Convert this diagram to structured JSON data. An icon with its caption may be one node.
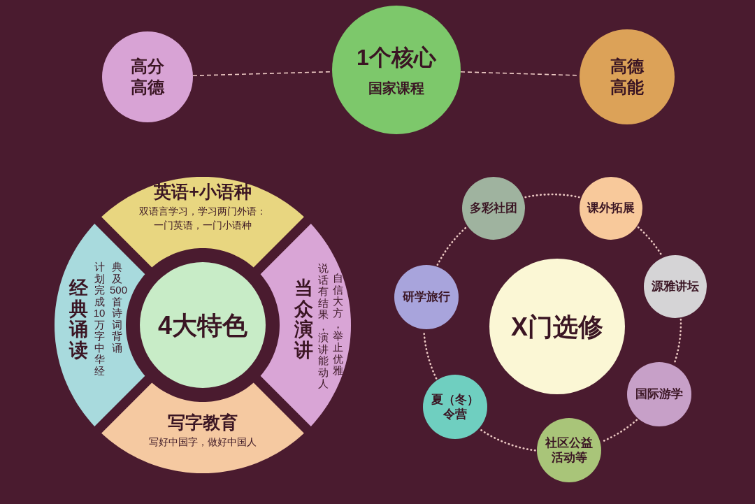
{
  "diagram": {
    "nodes": [
      {
        "text": [
          "高分高德"
        ]
      },
      {
        "text": [
          "1个核心",
          "国家课程"
        ]
      },
      {
        "text": [
          "高德高能"
        ]
      },
      {
        "text": [
          "英语+小语种",
          "双语言学习，学习两门外语：一门英语，一门小语种"
        ]
      },
      {
        "text": [
          "经典诵读",
          "计划完成10万字中华经典及500首诗词背诵"
        ]
      },
      {
        "text": [
          "当众演讲",
          "说话有结果，演讲能动人",
          "自信大方，举止优雅"
        ]
      },
      {
        "text": [
          "写字教育",
          "写好中国字，做好中国人"
        ]
      },
      {
        "text": [
          "4大特色"
        ]
      },
      {
        "text": [
          "X门选修"
        ]
      },
      {
        "text": [
          "多彩社团"
        ]
      },
      {
        "text": [
          "课外拓展"
        ]
      },
      {
        "text": [
          "源雅讲坛"
        ]
      },
      {
        "text": [
          "国际游学"
        ]
      },
      {
        "text": [
          "社区公益活动等"
        ]
      },
      {
        "text": [
          "夏（冬）令营"
        ]
      },
      {
        "text": [
          "研学旅行"
        ]
      }
    ],
    "edges": [
      {
        "from": 0,
        "to": 1,
        "arrow": "none",
        "style": "dashed"
      },
      {
        "from": 1,
        "to": 2,
        "arrow": "none",
        "style": "dashed"
      },
      {
        "from": 9,
        "to": 10,
        "arrow": "none",
        "style": "dashed"
      },
      {
        "from": 10,
        "to": 11,
        "arrow": "none",
        "style": "dashed"
      },
      {
        "from": 11,
        "to": 12,
        "arrow": "none",
        "style": "dashed"
      },
      {
        "from": 12,
        "to": 13,
        "arrow": "none",
        "style": "dashed"
      },
      {
        "from": 13,
        "to": 14,
        "arrow": "none",
        "style": "dashed"
      },
      {
        "from": 14,
        "to": 15,
        "arrow": "none",
        "style": "dashed"
      },
      {
        "from": 15,
        "to": 9,
        "arrow": "none",
        "style": "dashed"
      }
    ]
  }
}
